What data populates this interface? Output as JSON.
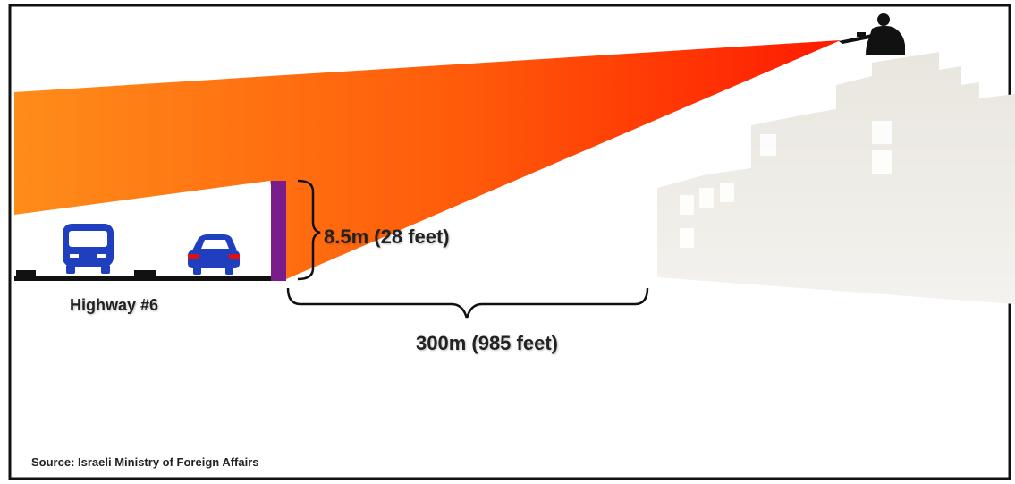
{
  "labels": {
    "wall_height": "8.5m (28 feet)",
    "distance": "300m (985 feet)",
    "highway": "Highway #6",
    "source": "Source: Israeli Ministry of Foreign Affairs"
  },
  "colors": {
    "beam_far": "#ff8c1a",
    "beam_near": "#ff1a00",
    "wall": "#7a1d8c",
    "vehicle": "#1f3fbf",
    "vehicle_light": "#e01010",
    "buildings": "#e9e6df",
    "ground": "#111111",
    "frame": "#111111"
  },
  "icons": {
    "sniper": "sniper-silhouette-icon",
    "bus": "bus-icon",
    "car": "car-icon",
    "buildings": "buildings-silhouette-icon"
  }
}
